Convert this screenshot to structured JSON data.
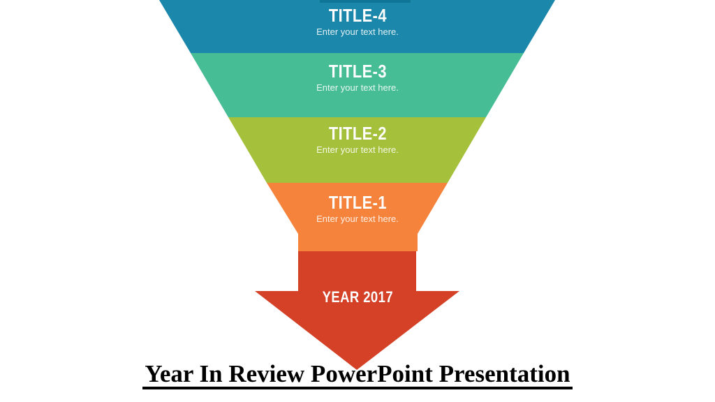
{
  "canvas": {
    "background": "#ffffff"
  },
  "funnel": {
    "top_strip_color": "#0f7697",
    "levels": [
      {
        "title": "TITLE-4",
        "subtitle": "Enter your text here.",
        "color": "#1a87ab"
      },
      {
        "title": "TITLE-3",
        "subtitle": "Enter your text here.",
        "color": "#47bd95"
      },
      {
        "title": "TITLE-2",
        "subtitle": "Enter your text here.",
        "color": "#a5c03b"
      },
      {
        "title": "TITLE-1",
        "subtitle": "Enter your text here.",
        "color": "#f5833c"
      }
    ],
    "arrow": {
      "label": "YEAR 2017",
      "color": "#d44127"
    }
  },
  "footer": {
    "title": "Year In Review PowerPoint Presentation",
    "color": "#000000"
  }
}
